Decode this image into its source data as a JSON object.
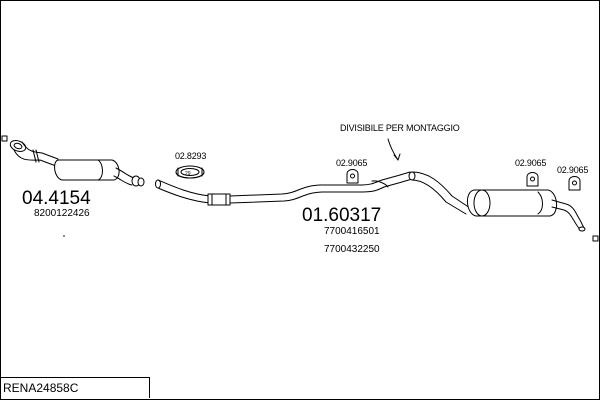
{
  "diagram": {
    "code": "RENA24858C",
    "parts": [
      {
        "part_number": "04.4154",
        "oem_refs": [
          "8200122426"
        ]
      },
      {
        "part_number": "01.60317",
        "oem_refs": [
          "7700416501",
          "7700432250"
        ]
      }
    ],
    "accessories": [
      "02.8293",
      "02.9065",
      "02.9065",
      "02.9065"
    ],
    "annotation": "DIVISIBILE PER MONTAGGIO"
  }
}
